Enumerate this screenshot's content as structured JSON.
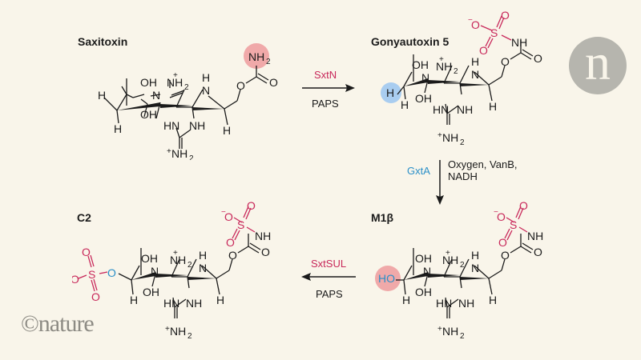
{
  "compounds": {
    "saxitoxin": {
      "name": "Saxitoxin",
      "highlight": "NH2",
      "highlight_color": "#f0a9a9"
    },
    "gonyautoxin5": {
      "name": "Gonyautoxin 5",
      "highlight": "H",
      "highlight_color": "#a9cdf0"
    },
    "m1beta": {
      "name": "M1β",
      "highlight": "HO",
      "highlight_color": "#f0a9a9"
    },
    "c2": {
      "name": "C2"
    }
  },
  "reactions": [
    {
      "enzyme": "SxtN",
      "enzyme_color": "#c8285a",
      "cofactor": "PAPS",
      "direction": "right"
    },
    {
      "enzyme": "GxtA",
      "enzyme_color": "#2a8fc8",
      "cofactor_line1": "Oxygen, VanB,",
      "cofactor_line2": "NADH",
      "direction": "down"
    },
    {
      "enzyme": "SxtSUL",
      "enzyme_color": "#c8285a",
      "cofactor": "PAPS",
      "direction": "left"
    }
  ],
  "atoms": {
    "oh": "OH",
    "nh2": "NH",
    "h": "H",
    "n": "N",
    "hn": "HN",
    "nh": "NH",
    "o": "O",
    "s": "S",
    "ho": "HO",
    "plus": "+",
    "minus": "−",
    "sub2": "2"
  },
  "branding": {
    "watermark": "©nature",
    "logo_letter": "n"
  },
  "colors": {
    "background": "#f9f5ea",
    "sulfate": "#c8285a",
    "oxygen_blue": "#2a8fc8",
    "ink": "#1a1a1a"
  }
}
